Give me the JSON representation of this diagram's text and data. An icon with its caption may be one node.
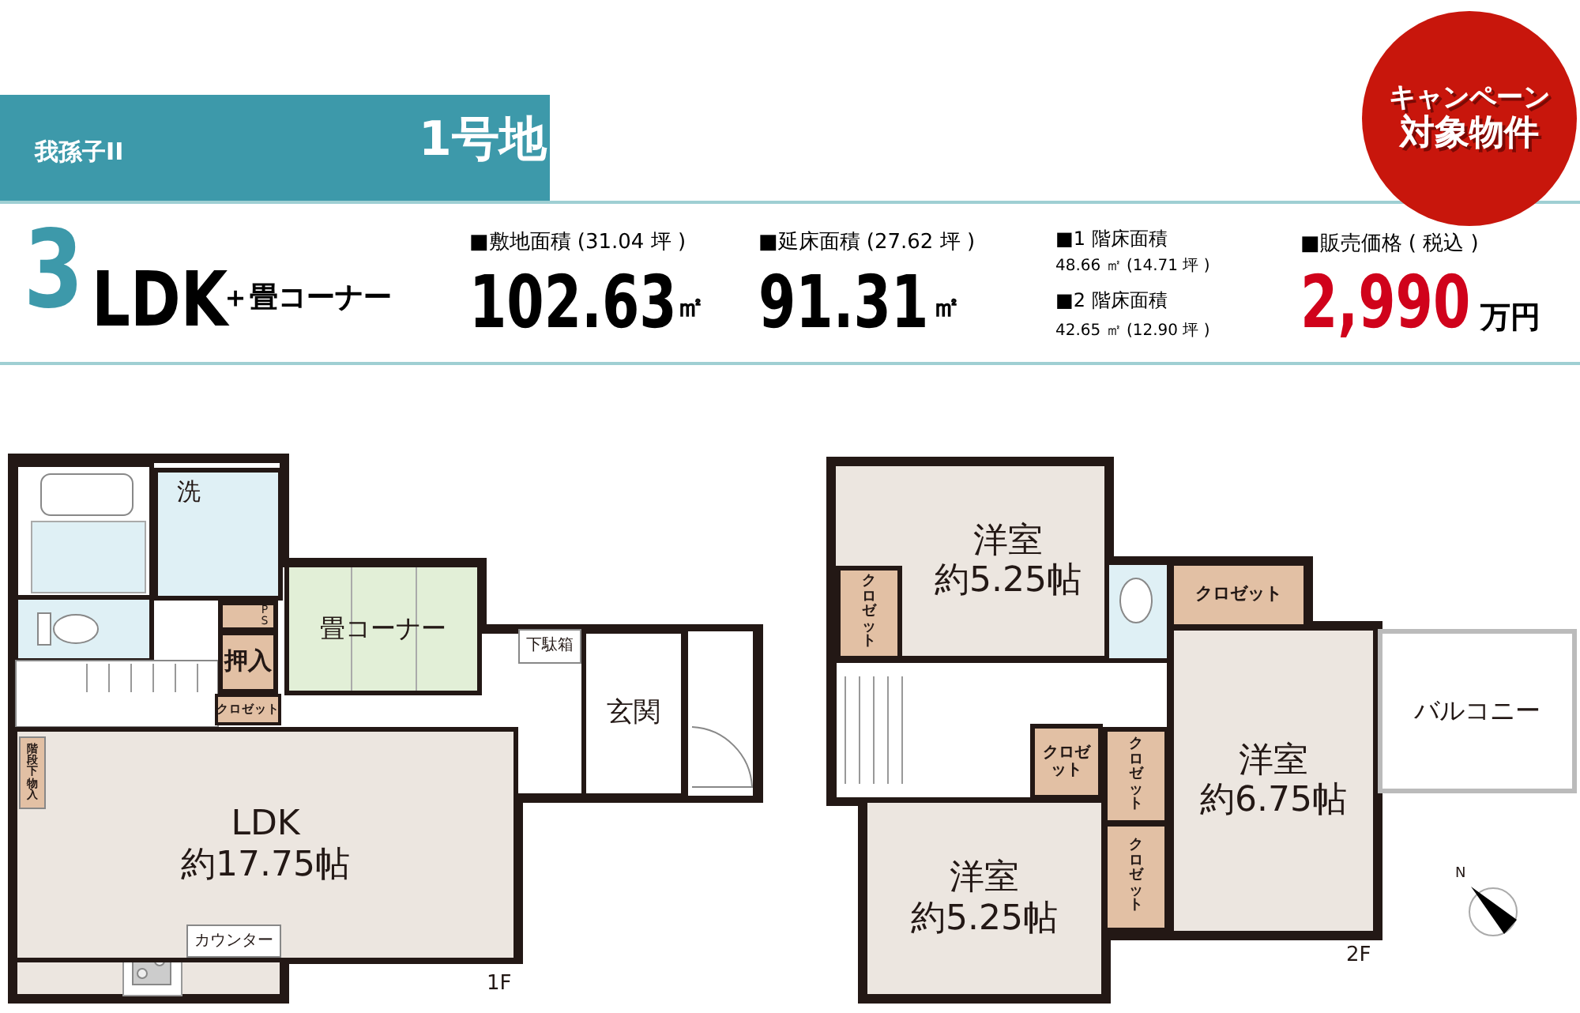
{
  "diagram": {
    "nodes": [
      {
        "text": [
          "我孫子II",
          "1号地"
        ]
      },
      {
        "text": [
          "キャンペーン",
          "対象物件"
        ]
      },
      {
        "text": [
          "洗"
        ]
      },
      {
        "text": [
          "PS"
        ]
      },
      {
        "text": [
          "押入"
        ]
      },
      {
        "text": [
          "クロゼット"
        ]
      },
      {
        "text": [
          "畳コーナー"
        ]
      },
      {
        "text": [
          "階段下物入"
        ],
        "in": 8
      },
      {
        "text": [
          "LDK",
          "約17.75帖"
        ]
      },
      {
        "text": [
          "カウンター"
        ],
        "in": 8
      },
      {
        "text": [
          "下駄箱"
        ]
      },
      {
        "text": [
          "玄関"
        ]
      },
      {
        "text": [
          "洋室",
          "約5.25帖"
        ]
      },
      {
        "text": [
          "クロゼット"
        ],
        "in": 12
      },
      {
        "text": [
          "クロゼット"
        ]
      },
      {
        "text": [
          "洋室",
          "約6.75帖"
        ]
      },
      {
        "text": [
          "バルコニー"
        ]
      },
      {
        "text": [
          "クロゼット"
        ]
      },
      {
        "text": [
          "クロゼット"
        ]
      },
      {
        "text": [
          "クロゼット"
        ]
      },
      {
        "text": [
          "洋室",
          "約5.25帖"
        ]
      }
    ],
    "labels": [
      "3",
      "LDK",
      "＋畳コーナー",
      "■敷地面積 (31.04 坪 )",
      "102.63",
      "㎡",
      "■延床面積 (27.62 坪 )",
      "91.31",
      "㎡",
      "■1 階床面積",
      "48.66 ㎡ (14.71 坪 )",
      "■2 階床面積",
      "42.65 ㎡ (12.90 坪 )",
      "■販売価格 ( 税込 )",
      "2,990",
      "万円",
      "1F",
      "2F",
      "N"
    ]
  }
}
